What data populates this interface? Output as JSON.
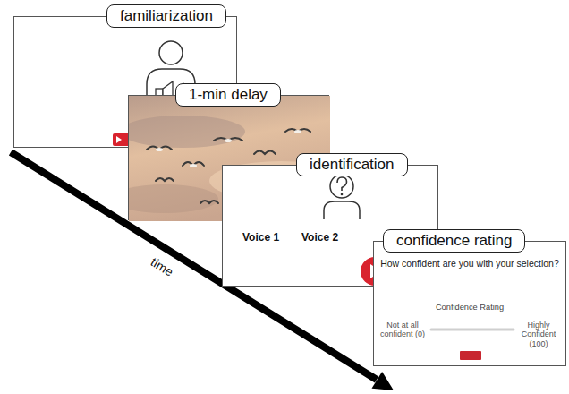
{
  "diagram": {
    "nodes": [
      {
        "text": [
          "familiarization"
        ]
      },
      {
        "text": [
          "1-min delay"
        ]
      },
      {
        "text": [
          "identification",
          "Voice 1",
          "Voice 2"
        ]
      },
      {
        "text": [
          "confidence rating",
          "How confident are you with your selection?",
          "Confidence Rating",
          "Not at all confident (0)",
          "Highly Confident (100)"
        ]
      }
    ],
    "labels": [
      "time"
    ]
  }
}
